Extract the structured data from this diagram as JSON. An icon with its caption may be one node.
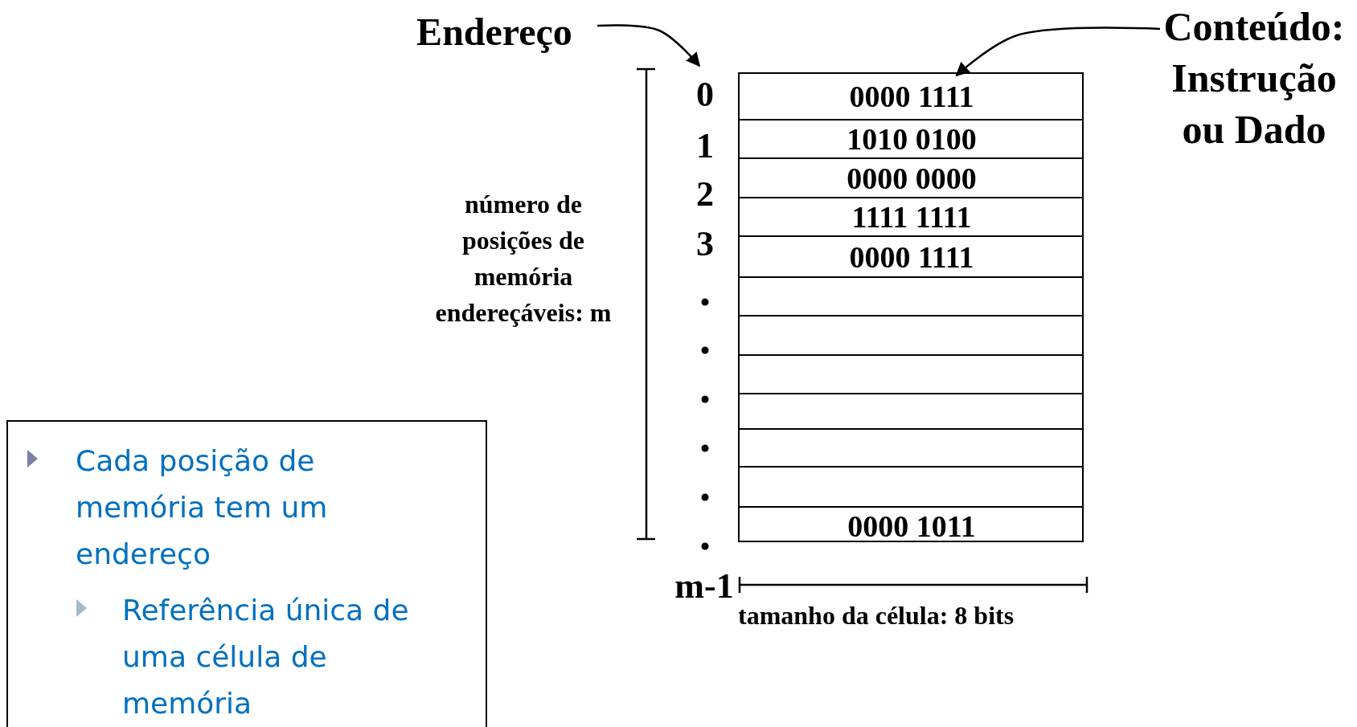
{
  "diagram": {
    "nodes": [
      {
        "text": [
          "Endereço"
        ]
      },
      {
        "text": [
          "0"
        ]
      },
      {
        "text": [
          "Conteúdo: Instrução ou Dado"
        ]
      },
      {
        "text": [],
        "shape": "box"
      },
      {
        "text": [
          "0000 1111"
        ],
        "in": 3
      },
      {
        "text": [
          "1010 0100"
        ],
        "in": 3
      },
      {
        "text": [
          "0000 0000"
        ],
        "in": 3
      },
      {
        "text": [
          "1111 1111"
        ],
        "in": 3
      },
      {
        "text": [
          "0000 1111"
        ],
        "in": 3
      },
      {
        "text": [],
        "shape": "box",
        "in": 3
      },
      {
        "text": [],
        "shape": "box",
        "in": 3
      },
      {
        "text": [],
        "shape": "box",
        "in": 3
      },
      {
        "text": [],
        "shape": "box",
        "in": 3
      },
      {
        "text": [],
        "shape": "box",
        "in": 3
      },
      {
        "text": [],
        "shape": "box",
        "in": 3
      },
      {
        "text": [
          "0000 1011"
        ],
        "in": 3
      },
      {
        "text": [
          "Cada posição de memória tem um endereço",
          "Referência única de uma célula de memória"
        ]
      }
    ],
    "edges": [
      {
        "from": 0,
        "to": 1,
        "arrow": "to"
      },
      {
        "from": 2,
        "to": 4,
        "arrow": "to"
      }
    ],
    "labels": [
      "1",
      "2",
      "3",
      "número de posições de memória endereçáveis: m",
      "m-1",
      "tamanho da célula: 8 bits"
    ]
  }
}
